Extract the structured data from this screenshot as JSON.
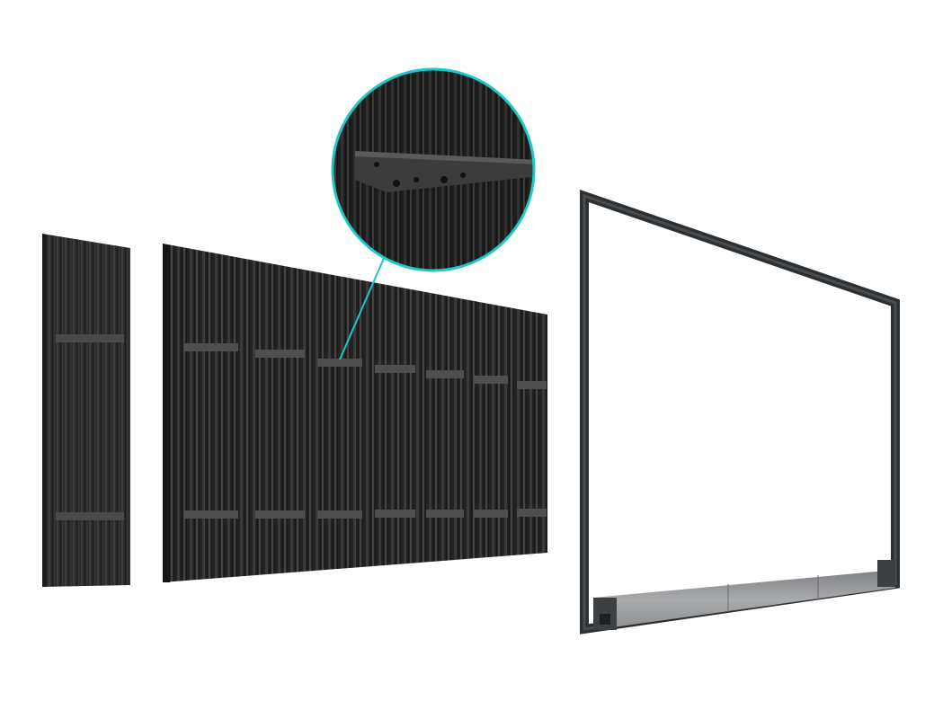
{
  "scene": {
    "background": "#ffffff",
    "accent_color": "#1ec8c8",
    "panel_color": "#2a2a2a",
    "frame_color": "#3a3d40",
    "frame_bar_color": "#9a9c9e",
    "objects": [
      "narrow-led-module",
      "led-cabinet-wall",
      "detail-magnifier",
      "display-frame"
    ]
  }
}
